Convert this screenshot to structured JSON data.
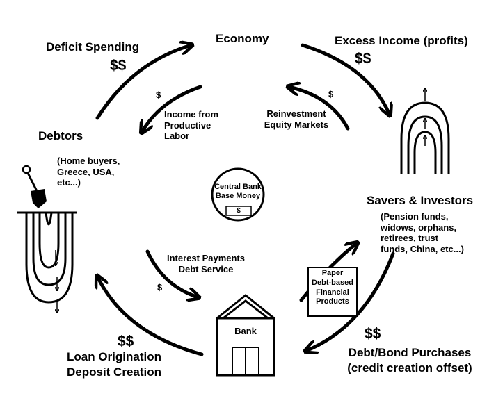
{
  "nodes": {
    "economy": "Economy",
    "debtors": "Debtors",
    "debtors_examples": "(Home buyers,\nGreece, USA,\netc...)",
    "savers": "Savers & Investors",
    "savers_examples": "(Pension funds,\nwidows, orphans,\nretirees, trust\nfunds, China, etc...)",
    "bank": "Bank",
    "central_bank": "Central Bank\nBase Money",
    "central_bank_symbol": "$",
    "paper": "Paper\nDebt-based\nFinancial\nProducts"
  },
  "flows": {
    "deficit_spending": "Deficit Spending",
    "deficit_money": "$$",
    "excess_income": "Excess Income (profits)",
    "excess_money": "$$",
    "income_labor": "Income from\nProductive\nLabor",
    "income_labor_money": "$",
    "reinvestment": "Reinvestment\nEquity Markets",
    "reinvestment_money": "$",
    "interest": "Interest Payments\nDebt Service",
    "interest_money": "$",
    "loan": "Loan Origination\nDeposit Creation",
    "loan_money": "$$",
    "bond": "Debt/Bond Purchases\n(credit creation offset)",
    "bond_money": "$$"
  },
  "colors": {
    "ink": "#000000",
    "background": "#ffffff"
  }
}
